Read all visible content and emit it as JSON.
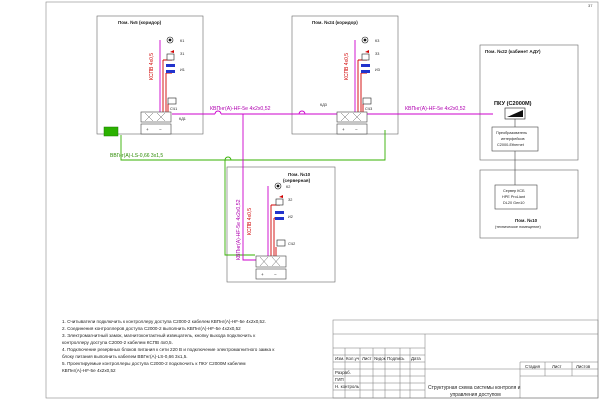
{
  "page_number": "37",
  "rooms": {
    "r5": {
      "title": "Пом. №5 (коридор)"
    },
    "r24": {
      "title": "Пом. №24 (коридор)"
    },
    "r22": {
      "title": "Пом. №22 (кабинет АДУ)"
    },
    "r10": {
      "title": "Пом. №10",
      "subtitle": "(серверная)"
    },
    "r10b": {
      "title": "Пом. №10",
      "subtitle": "(техническое помещение)"
    }
  },
  "devices": {
    "k1": "К1",
    "z1": "З1",
    "i1": "И1",
    "sch1": "СЧ1",
    "kd1": "КД1",
    "k3": "К3",
    "z3": "З3",
    "i3": "И3",
    "sch3": "СЧ3",
    "kd3": "КД3",
    "k2": "К2",
    "z2": "З2",
    "i2": "И2",
    "sch2": "СЧ2"
  },
  "cables": {
    "kspv_left": "КСПВ 4х0,5",
    "kspv_mid": "КСПВ 4х0,5",
    "kspv_bottom": "КСПВ 4х0,5",
    "kvp_top_left": "КВПнг(А)-HF-5е 4х2х0,52",
    "kvp_top_right": "КВПнг(А)-HF-5е 4х2х0,52",
    "kvp_vertical": "КВПнг(А)-HF-5е 4х2х0,52",
    "vvg": "ВВГнг(А)-LS-0,66 3х1,5"
  },
  "pku": "ПКУ (С2000М)",
  "converter": {
    "line1": "Преобразователь",
    "line2": "интерфейсов",
    "line3": "С2000-Ethernet"
  },
  "server": {
    "line1": "Сервер КСБ",
    "line2": "HPE ProLiant",
    "line3": "DL20 Gen10"
  },
  "notes": [
    "1. Считыватели подключить к контроллеру доступа С2000-2 кабелем КВПнг(А)-HF-5е 4х2х0,52.",
    "2. Соединения контроллеров доступа С2000-2 выполнить КВПнг(А)-HF-5е 4х2х0,52",
    "3. Электромагнитный замок, магнитоконтактный извещатель, кнопку выхода подключить к",
    "контроллеру доступа С2000-2 кабелем КСПВ 4х0,5.",
    "4. Подключение резервных блоков питания к сети 220 В и подключение электромагнитного замка к",
    "блоку питания выполнить кабелем ВВГнг(А)-LS-0,66 3х1,5.",
    "5. Проектируемые контроллеры доступа С2000-2 подключить к ПКУ С2000М кабелем",
    "КВПнг(А)-HF-5е 4х2х0,52"
  ],
  "title_block": {
    "headers": [
      "Изм.",
      "Кол.уч",
      "Лист",
      "№док",
      "Подпись",
      "Дата"
    ],
    "roles": [
      "Разраб.",
      "ГИП",
      "Н. контроль"
    ],
    "stage_headers": [
      "Стадия",
      "Лист",
      "Листов"
    ],
    "title_line1": "Структурная схема системы контроля и",
    "title_line2": "управления доступом"
  }
}
